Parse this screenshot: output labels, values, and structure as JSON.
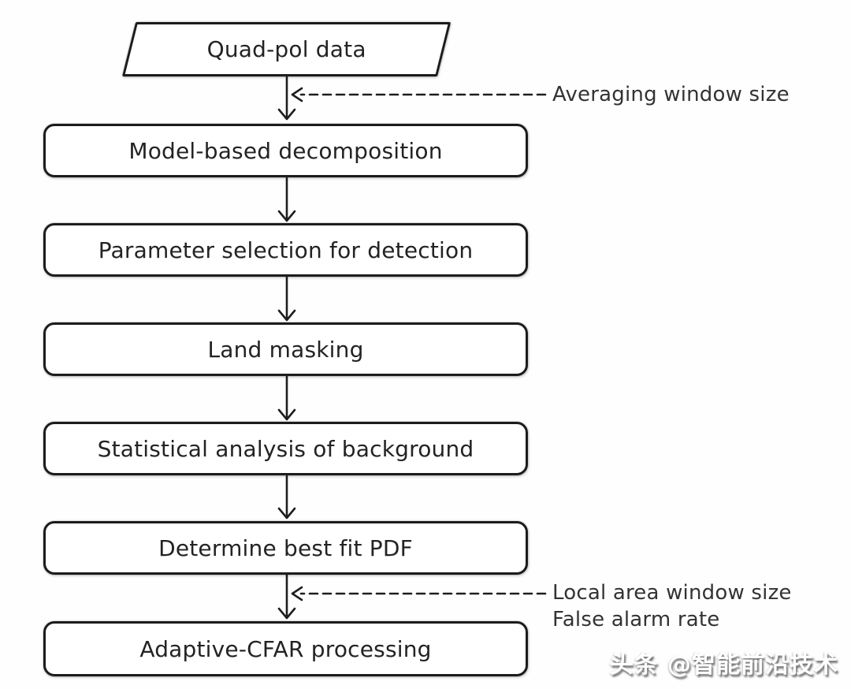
{
  "diagram": {
    "nodes": [
      {
        "id": "quad-pol-data",
        "shape": "parallelogram",
        "label": "Quad-pol data"
      },
      {
        "id": "model-based-decomposition",
        "shape": "process",
        "label": "Model-based decomposition"
      },
      {
        "id": "parameter-selection-for-detection",
        "shape": "process",
        "label": "Parameter selection for detection"
      },
      {
        "id": "land-masking",
        "shape": "process",
        "label": "Land masking"
      },
      {
        "id": "statistical-analysis-of-background",
        "shape": "process",
        "label": "Statistical analysis of background"
      },
      {
        "id": "determine-best-fit-pdf",
        "shape": "process",
        "label": "Determine best fit PDF"
      },
      {
        "id": "adaptive-cfar-processing",
        "shape": "process",
        "label": "Adaptive-CFAR processing"
      }
    ],
    "flow_order": [
      "quad-pol-data",
      "model-based-decomposition",
      "parameter-selection-for-detection",
      "land-masking",
      "statistical-analysis-of-background",
      "determine-best-fit-pdf",
      "adaptive-cfar-processing"
    ],
    "annotations": [
      {
        "label": "Averaging window size",
        "points_to": "arrow into model-based-decomposition",
        "line_style": "dashed"
      },
      {
        "label": "Local area window size",
        "points_to": "arrow into adaptive-cfar-processing",
        "line_style": "dashed"
      },
      {
        "label": "False alarm rate",
        "points_to": "arrow into adaptive-cfar-processing",
        "line_style": "none"
      }
    ],
    "watermark": "头条 @智能前沿技术",
    "colors": {
      "stroke": "#1e1e1e",
      "text": "#232323",
      "background": "#ffffff"
    }
  }
}
